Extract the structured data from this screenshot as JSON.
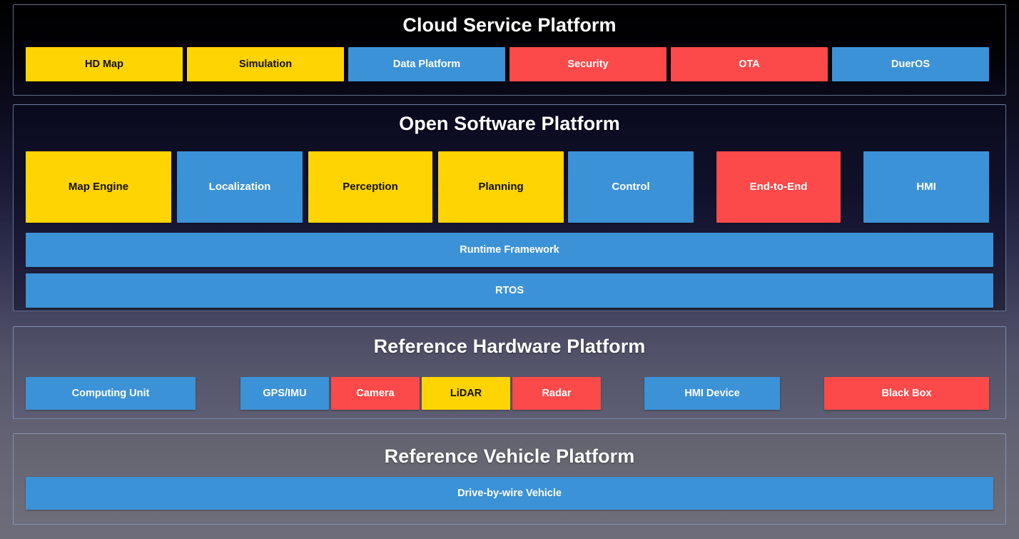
{
  "colors": {
    "yellow": "#FFD400",
    "blue": "#3C92D6",
    "red": "#FC4949",
    "panel_border": "#96AFD7",
    "text_light": "#FFFFFF",
    "text_dark": "#111111"
  },
  "sections": [
    {
      "id": "cloud",
      "title": "Cloud Service Platform",
      "items": [
        {
          "label": "HD Map",
          "color": "yellow"
        },
        {
          "label": "Simulation",
          "color": "yellow"
        },
        {
          "label": "Data Platform",
          "color": "blue"
        },
        {
          "label": "Security",
          "color": "red"
        },
        {
          "label": "OTA",
          "color": "red"
        },
        {
          "label": "DuerOS",
          "color": "blue"
        }
      ]
    },
    {
      "id": "software",
      "title": "Open Software Platform",
      "items": [
        {
          "label": "Map Engine",
          "color": "yellow"
        },
        {
          "label": "Localization",
          "color": "blue"
        },
        {
          "label": "Perception",
          "color": "yellow"
        },
        {
          "label": "Planning",
          "color": "yellow"
        },
        {
          "label": "Control",
          "color": "blue"
        },
        {
          "label": "End-to-End",
          "color": "red"
        },
        {
          "label": "HMI",
          "color": "blue"
        }
      ],
      "bars": [
        {
          "label": "Runtime Framework",
          "color": "blue"
        },
        {
          "label": "RTOS",
          "color": "blue"
        }
      ]
    },
    {
      "id": "hardware",
      "title": "Reference Hardware Platform",
      "items": [
        {
          "label": "Computing Unit",
          "color": "blue"
        },
        {
          "label": "GPS/IMU",
          "color": "blue"
        },
        {
          "label": "Camera",
          "color": "red"
        },
        {
          "label": "LiDAR",
          "color": "yellow"
        },
        {
          "label": "Radar",
          "color": "red"
        },
        {
          "label": "HMI Device",
          "color": "blue"
        },
        {
          "label": "Black Box",
          "color": "red"
        }
      ]
    },
    {
      "id": "vehicle",
      "title": "Reference Vehicle Platform",
      "bars": [
        {
          "label": "Drive-by-wire Vehicle",
          "color": "blue"
        }
      ]
    }
  ]
}
